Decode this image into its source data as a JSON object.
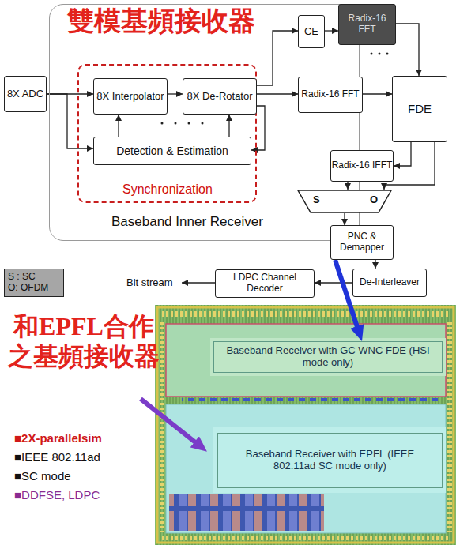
{
  "diagram": {
    "title": "雙模基頻接收器",
    "nodes": [
      {
        "text": [
          "Baseband Inner Receiver"
        ]
      },
      {
        "text": [
          "Synchronization"
        ],
        "in": 0
      },
      {
        "text": [
          "8X ADC"
        ]
      },
      {
        "text": [
          "8X Interpolator"
        ],
        "in": 1
      },
      {
        "text": [
          "8X De-Rotator"
        ],
        "in": 1
      },
      {
        "text": [
          "Detection & Estimation"
        ],
        "in": 1
      },
      {
        "text": [
          "CE"
        ],
        "in": 0
      },
      {
        "text": [
          "Radix-16 FFT"
        ]
      },
      {
        "text": [
          "Radix-16 FFT"
        ],
        "in": 0
      },
      {
        "text": [
          "FDE"
        ]
      },
      {
        "text": [
          "Radix-16 IFFT"
        ]
      },
      {
        "text": [
          "S",
          "O"
        ]
      },
      {
        "text": [
          "PNC & Demapper"
        ]
      },
      {
        "text": [
          "De-Interleaver"
        ]
      },
      {
        "text": [
          "LDPC Channel Decoder"
        ]
      },
      {
        "text": [
          "S : SC",
          "O: OFDM"
        ]
      },
      {
        "text": [
          "Baseband Receiver with GC WNC FDE (HSI mode only)"
        ]
      },
      {
        "text": [
          "Baseband Receiver with EPFL (IEEE 802.11ad SC mode only)"
        ]
      }
    ],
    "edges": [
      {
        "from": 2,
        "to": 3,
        "arrow": "to"
      },
      {
        "from": 2,
        "to": 5,
        "arrow": "to"
      },
      {
        "from": 3,
        "to": 4,
        "arrow": "to"
      },
      {
        "from": 5,
        "to": 3,
        "arrow": "to"
      },
      {
        "from": 5,
        "to": 4,
        "arrow": "to"
      },
      {
        "from": 4,
        "to": 5,
        "arrow": "to"
      },
      {
        "from": 4,
        "to": 6,
        "arrow": "to"
      },
      {
        "from": 4,
        "to": 8,
        "arrow": "to"
      },
      {
        "from": 6,
        "to": 7,
        "arrow": "to"
      },
      {
        "from": 7,
        "to": 9,
        "arrow": "to"
      },
      {
        "from": 8,
        "to": 9,
        "arrow": "to"
      },
      {
        "from": 9,
        "to": 10,
        "arrow": "to"
      },
      {
        "from": 10,
        "to": 11,
        "arrow": "to"
      },
      {
        "from": 9,
        "to": 11,
        "arrow": "to"
      },
      {
        "from": 11,
        "to": 12,
        "arrow": "to"
      },
      {
        "from": 12,
        "to": 13,
        "arrow": "to"
      },
      {
        "from": 13,
        "to": 14,
        "arrow": "to"
      },
      {
        "from": 12,
        "to": 16,
        "arrow": "to"
      }
    ],
    "labels": [
      "Bit stream",
      "和EPFL合作 之基頻接收器",
      "■2X-parallelsim",
      "■IEEE 802.11ad",
      "■SC mode",
      "■DDFSE, LDPC"
    ]
  }
}
